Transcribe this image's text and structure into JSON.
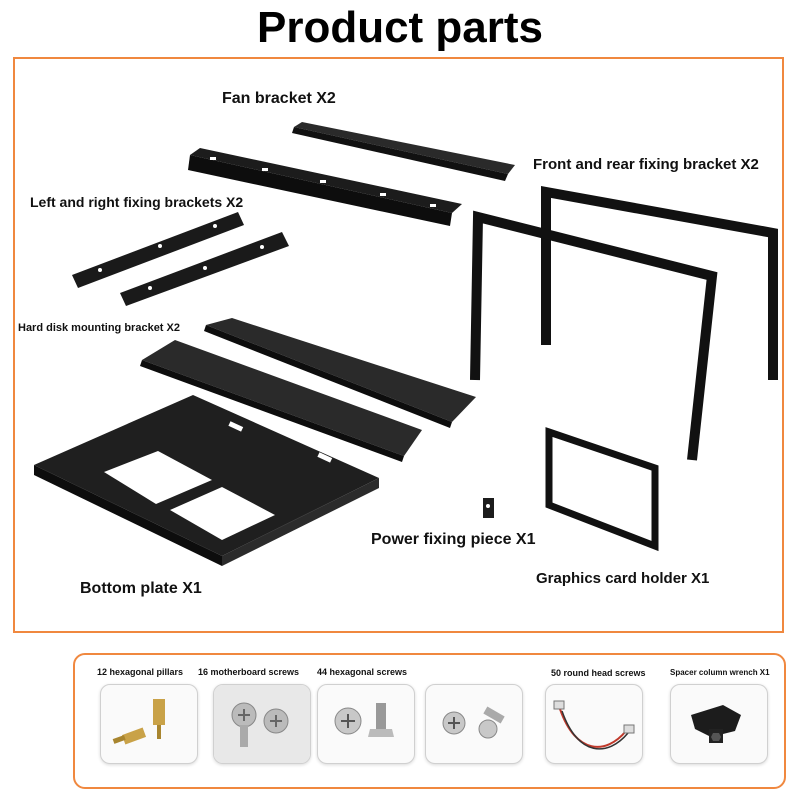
{
  "title": "Product parts",
  "parts": {
    "fan_bracket": "Fan bracket X2",
    "front_rear_bracket": "Front and rear fixing bracket X2",
    "left_right_brackets": "Left and right fixing brackets X2",
    "hdd_bracket": "Hard disk mounting bracket X2",
    "power_piece": "Power fixing piece X1",
    "gpu_holder": "Graphics card holder X1",
    "bottom_plate": "Bottom plate X1"
  },
  "accessories": {
    "pillars": "12 hexagonal pillars",
    "mb_screws": "16 motherboard screws",
    "hex_screws": "44 hexagonal screws",
    "round_screws": "50 round head screws",
    "wrench": "Spacer column wrench X1"
  },
  "colors": {
    "accent": "#f0883f",
    "metal": "#1c1c1c",
    "brass": "#c9a248"
  }
}
